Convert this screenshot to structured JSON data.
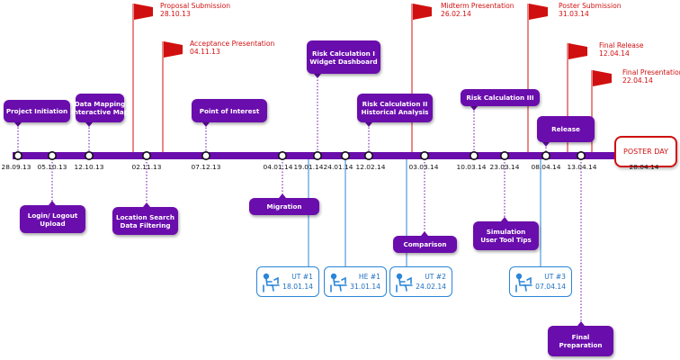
{
  "timeline": {
    "dates": [
      "28.09.13",
      "05.10.13",
      "12.10.13",
      "02.11.13",
      "07.12.13",
      "04.01.14",
      "19.01.14",
      "24.01.14",
      "12.02.14",
      "03.03.14",
      "10.03.14",
      "23.03.14",
      "08.04.14",
      "13.04.14",
      "28.04.14"
    ]
  },
  "milestones": [
    {
      "title": "Proposal Submission",
      "date": "28.10.13"
    },
    {
      "title": "Acceptance Presentation",
      "date": "04.11.13"
    },
    {
      "title": "Midterm Presentation",
      "date": "26.02.14"
    },
    {
      "title": "Poster Submission",
      "date": "31.03.14"
    },
    {
      "title": "Final Release",
      "date": "12.04.14"
    },
    {
      "title": "Final Presentation",
      "date": "22.04.14"
    }
  ],
  "activities_top": [
    {
      "line1": "Project Initiation"
    },
    {
      "line1": "Data Mapping",
      "line2": "Interactive Map"
    },
    {
      "line1": "Point of Interest"
    },
    {
      "line1": "Risk Calculation I",
      "line2": "Widget Dashboard"
    },
    {
      "line1": "Risk Calculation II",
      "line2": "Historical Analysis"
    },
    {
      "line1": "Risk Calculation III"
    },
    {
      "line1": "Release"
    }
  ],
  "activities_bottom": [
    {
      "line1": "Login/ Logout",
      "line2": "Upload"
    },
    {
      "line1": "Location Search",
      "line2": "Data Filtering"
    },
    {
      "line1": "Migration"
    },
    {
      "line1": "Comparison"
    },
    {
      "line1": "Simulation",
      "line2": "User Tool Tips"
    },
    {
      "line1": "Final",
      "line2": "Preparation"
    }
  ],
  "user_tests": [
    {
      "label": "UT #1",
      "date": "18.01.14"
    },
    {
      "label": "HE #1",
      "date": "31.01.14"
    },
    {
      "label": "UT #2",
      "date": "24.02.14"
    },
    {
      "label": "UT #3",
      "date": "07.04.14"
    }
  ],
  "poster_day": "POSTER DAY",
  "colors": {
    "purple": "#6a0dad",
    "red": "#d01010",
    "blue": "#2a86d8"
  },
  "icons": [
    "flag-icon",
    "person-at-computer-icon"
  ]
}
